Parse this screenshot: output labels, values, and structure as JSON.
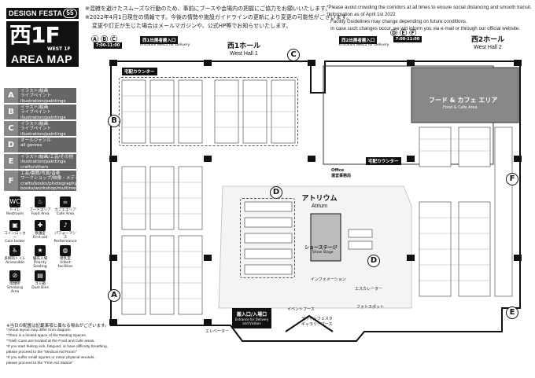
{
  "header": {
    "logo": "DESIGN FESTA",
    "logo_num": "55",
    "title_big": "西1F",
    "title_sub": "WEST 1F",
    "title_area": "AREA MAP"
  },
  "notes_jp": [
    "※混雑を避けたスムーズな行動のため、事前にブースや会場内の把握にご協力をお願いいたします。",
    "※2022年4月1日現在の情報です。今後の情勢や施設ガイドラインの更新により変更の可能性がございます。",
    "変更や訂正が生じた場合はメールマガジンや、公式HP等でお知らせいたします。"
  ],
  "notes_en": [
    "*Please avoid crowding the corridors at all times to ensure social distancing and smooth transit.",
    "*Information as of April 1st 2022",
    "Facility Guidelines may change depending on future conditions.",
    "In case such changes occur, we will inform you via e-mail or through our official website."
  ],
  "legend": [
    {
      "key": "A",
      "text": "イラスト/絵画\nライブペイント\nillustration/paintings\nlive-painting"
    },
    {
      "key": "B",
      "text": "イラスト/絵画\nライブペイント\nillustration/paintings\nlive-painting"
    },
    {
      "key": "C",
      "text": "イラスト/絵画\nライブペイント\nillustration/paintings\nlive-painting"
    },
    {
      "key": "D",
      "text": "オールジャンル\nall genres"
    },
    {
      "key": "E",
      "text": "イラスト/絵画/工芸/その他\nillustration/paintings\ncrafts/others"
    },
    {
      "key": "F",
      "text": "工芸/書籍/写真/音楽\nワークショップ/映像・メディアアート\ncrafts/books/photography\nbooks/workshop/multimedia"
    }
  ],
  "facilities": [
    {
      "icon": "WC",
      "jp": "トイレ",
      "en": "Restroom"
    },
    {
      "icon": "♨",
      "jp": "フードエリア",
      "en": "Food Area"
    },
    {
      "icon": "☕",
      "jp": "カフェエリア",
      "en": "Cafe Area"
    },
    {
      "icon": "▣",
      "jp": "コインロッカー",
      "en": "Coin locker"
    },
    {
      "icon": "✚",
      "jp": "救護室",
      "en": "First-aid"
    },
    {
      "icon": "♪",
      "jp": "パフォーマンス",
      "en": "Performance"
    },
    {
      "icon": "♿",
      "jp": "多目的トイレ",
      "en": "Accessible"
    },
    {
      "icon": "★",
      "jp": "優先入場",
      "en": "Priority Seating"
    },
    {
      "icon": "◍",
      "jp": "授乳室",
      "en": "Infant facilities"
    },
    {
      "icon": "⊘",
      "jp": "喫煙所",
      "en": "Smoking Area"
    },
    {
      "icon": "▤",
      "jp": "ゴミ箱",
      "en": "Dust Bins"
    }
  ],
  "footer_notes": [
    "※当日の配置は記載事項と異なる場合がございます。",
    "*Venue layout may differ from diagram.",
    "*There is a limited space of the Resting Spaces.",
    "*Trash Cans are located at the Food and Cafe areas.",
    "*If you start feeling sick, fatigued, or have difficulty breathing,",
    "please proceed to the \"Medical Aid Room\"",
    "*If you suffer small injuries or minor physical wounds,",
    "please proceed to the \"First-Aid Station\""
  ],
  "map": {
    "hall1": {
      "jp": "西1ホール",
      "en": "West Hall 1"
    },
    "hall2": {
      "jp": "西2ホール",
      "en": "West Hall 2"
    },
    "entrance1": {
      "jp": "西1出展者搬入口",
      "en": "Entrance West1 for Delivery"
    },
    "entrance2": {
      "jp": "西2出展者搬入口",
      "en": "Entrance West2 for Delivery"
    },
    "delivery1": "宅配カウンター",
    "delivery2": "宅配カウンター",
    "office": "Office\n運営事務局",
    "food": {
      "jp": "フード & カフェ エリア",
      "en": "Food & Cafe Area"
    },
    "atrium": {
      "jp": "アトリウム",
      "en": "Atrium"
    },
    "stage": {
      "jp": "ショーステージ",
      "en": "Show Stage"
    },
    "info": "インフォメーション",
    "escalator": "エスカレーター",
    "event": "イベントブース",
    "gallery": "デザインフェスタ\nギャラリーブース",
    "photo": "フォトスポット",
    "main_entrance": {
      "jp": "搬入口/入場口",
      "en": "Entrance for Delivery and Visitors"
    },
    "elevator": "エレベーター",
    "zone_labels": [
      "A",
      "B",
      "C",
      "D",
      "D",
      "E",
      "F"
    ],
    "abc_time": "7:00-11:00",
    "def_time": "7:00-11:00"
  }
}
